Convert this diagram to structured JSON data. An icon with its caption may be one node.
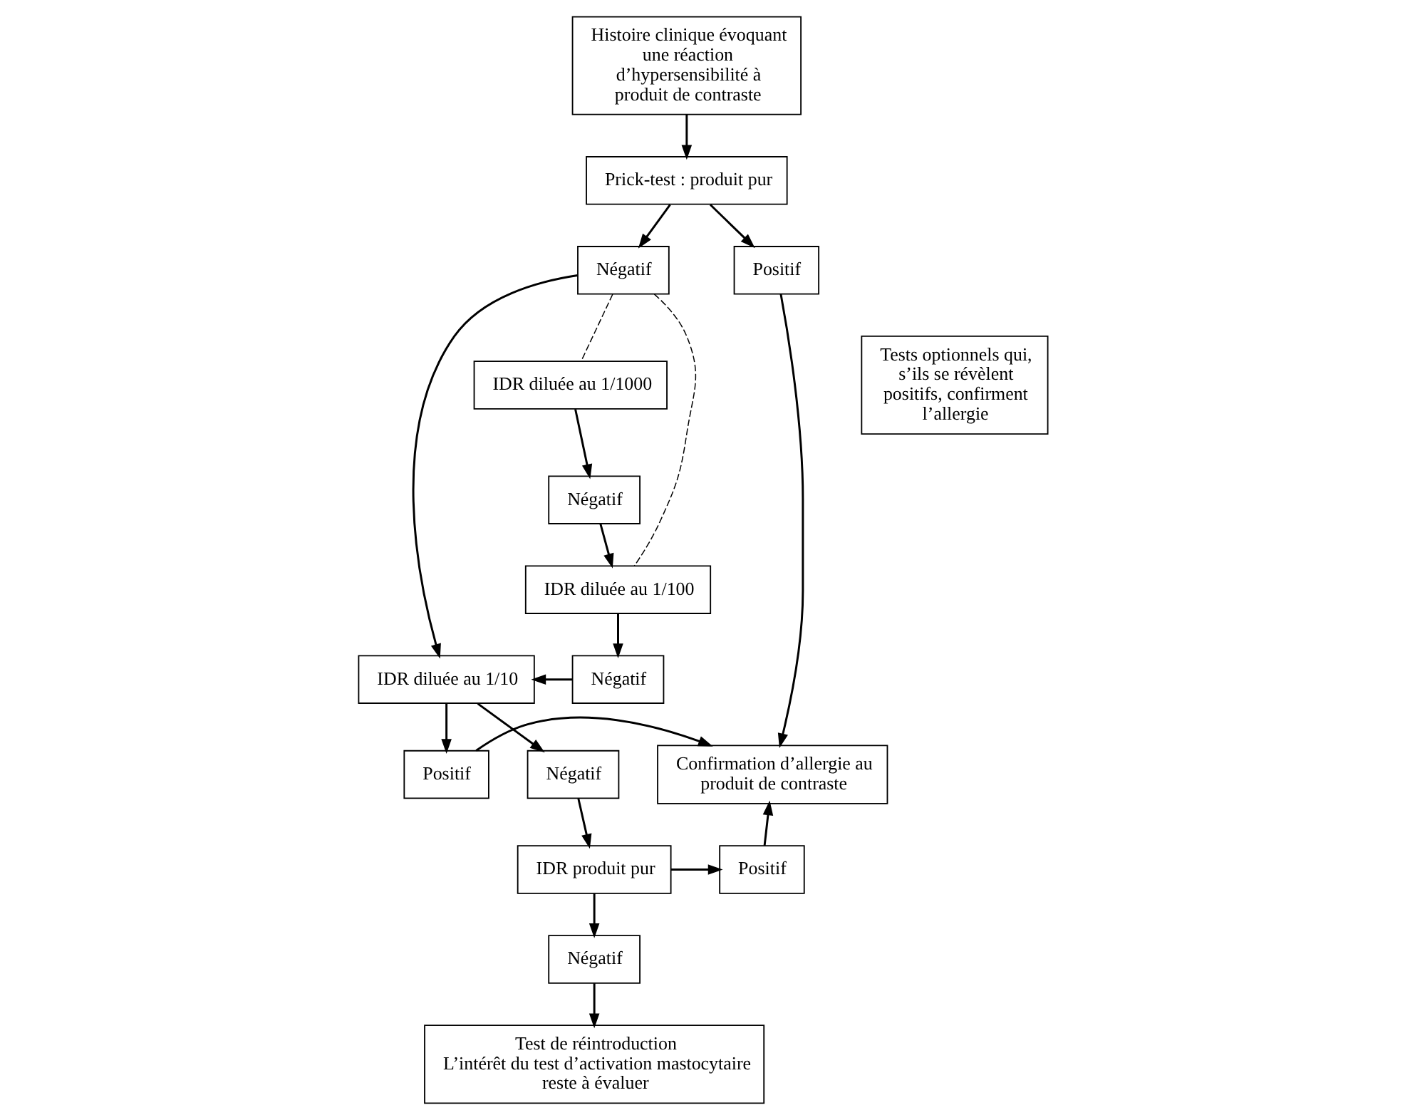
{
  "diagram": {
    "nodes": [
      {
        "text": [
          "Histoire clinique évoquant une réaction d’hypersensibilité à produit de contraste"
        ]
      },
      {
        "text": [
          "Prick-test : produit pur"
        ]
      },
      {
        "text": [
          "Positif"
        ]
      },
      {
        "text": [
          "Négatif"
        ]
      },
      {
        "text": [
          "IDR diluée au 1/1000"
        ]
      },
      {
        "text": [
          "Négatif"
        ]
      },
      {
        "text": [
          "IDR diluée au 1/100"
        ]
      },
      {
        "text": [
          "Tests optionnels qui, s’ils se révèlent positifs, confirment l’allergie"
        ]
      },
      {
        "text": [
          "Négatif"
        ]
      },
      {
        "text": [
          "IDR diluée au 1/10"
        ]
      },
      {
        "text": [
          "Confirmation d’allergie au produit de contraste"
        ]
      },
      {
        "text": [
          "Positif"
        ]
      },
      {
        "text": [
          "Négatif"
        ]
      },
      {
        "text": [
          "Positif"
        ]
      },
      {
        "text": [
          "IDR produit pur"
        ]
      },
      {
        "text": [
          "Négatif"
        ]
      },
      {
        "text": [
          "Test de réintroduction",
          "L’intérêt du test d’activation mastocytaire reste à évaluer"
        ]
      }
    ],
    "edges": [
      {
        "from": 0,
        "to": 1,
        "arrow": "to"
      },
      {
        "from": 1,
        "to": 2,
        "arrow": "to"
      },
      {
        "from": 1,
        "to": 3,
        "arrow": "to"
      },
      {
        "from": 2,
        "to": 10,
        "arrow": "to"
      },
      {
        "from": 3,
        "to": 4,
        "arrow": "none",
        "style": "dashed"
      },
      {
        "from": 3,
        "to": 6,
        "arrow": "none",
        "style": "dashed"
      },
      {
        "from": 4,
        "to": 5,
        "arrow": "to"
      },
      {
        "from": 5,
        "to": 6,
        "arrow": "to"
      },
      {
        "from": 6,
        "to": 8,
        "arrow": "to"
      },
      {
        "from": 3,
        "to": 9,
        "arrow": "to"
      },
      {
        "from": 8,
        "to": 9,
        "arrow": "to"
      },
      {
        "from": 9,
        "to": 11,
        "arrow": "to"
      },
      {
        "from": 9,
        "to": 12,
        "arrow": "to"
      },
      {
        "from": 11,
        "to": 10,
        "arrow": "to"
      },
      {
        "from": 12,
        "to": 14,
        "arrow": "to"
      },
      {
        "from": 14,
        "to": 13,
        "arrow": "to"
      },
      {
        "from": 13,
        "to": 10,
        "arrow": "to"
      },
      {
        "from": 14,
        "to": 15,
        "arrow": "to"
      },
      {
        "from": 15,
        "to": 16,
        "arrow": "to"
      }
    ]
  }
}
